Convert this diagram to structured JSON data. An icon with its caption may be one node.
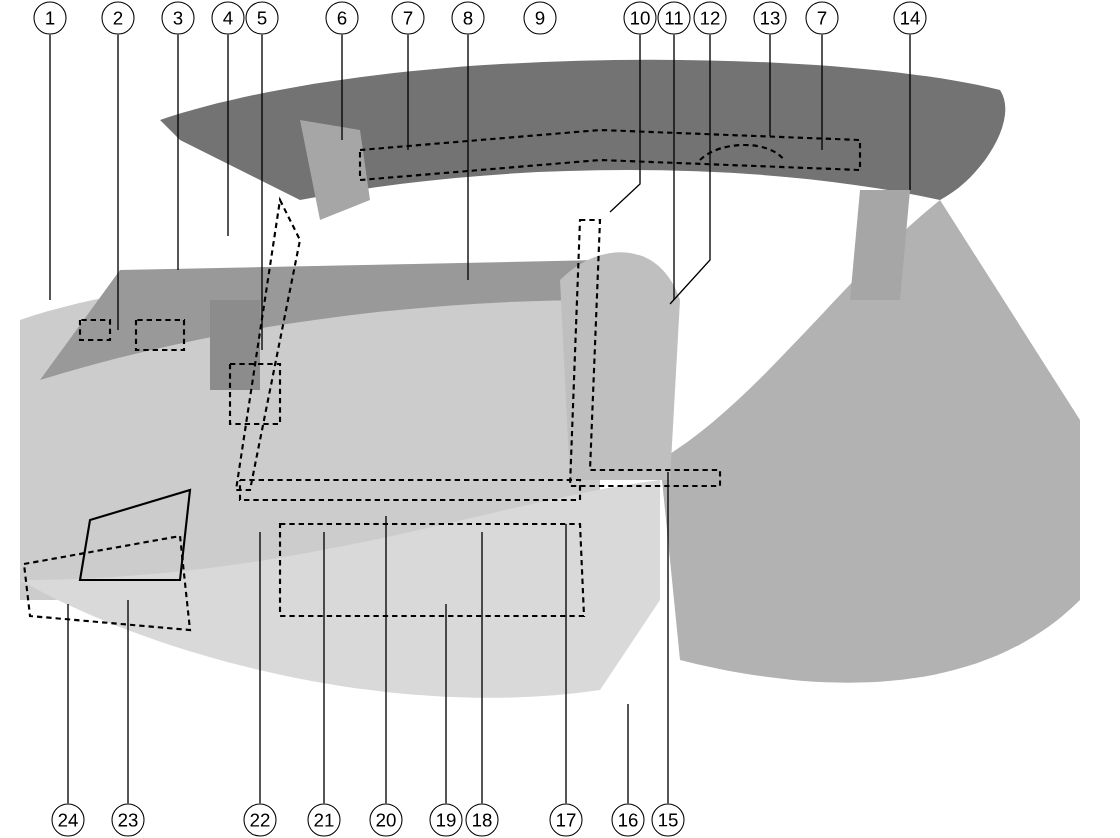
{
  "diagram": {
    "nodes": [
      {
        "text": [
          "1"
        ]
      },
      {
        "text": [
          "2"
        ]
      },
      {
        "text": [
          "3"
        ]
      },
      {
        "text": [
          "4"
        ]
      },
      {
        "text": [
          "5"
        ]
      },
      {
        "text": [
          "6"
        ]
      },
      {
        "text": [
          "7"
        ]
      },
      {
        "text": [
          "8"
        ]
      },
      {
        "text": [
          "9"
        ]
      },
      {
        "text": [
          "10"
        ]
      },
      {
        "text": [
          "11"
        ]
      },
      {
        "text": [
          "12"
        ]
      },
      {
        "text": [
          "13"
        ]
      },
      {
        "text": [
          "7"
        ]
      },
      {
        "text": [
          "14"
        ]
      },
      {
        "text": [
          "24"
        ]
      },
      {
        "text": [
          "23"
        ]
      },
      {
        "text": [
          "22"
        ]
      },
      {
        "text": [
          "21"
        ]
      },
      {
        "text": [
          "20"
        ]
      },
      {
        "text": [
          "19"
        ]
      },
      {
        "text": [
          "18"
        ]
      },
      {
        "text": [
          "17"
        ]
      },
      {
        "text": [
          "16"
        ]
      },
      {
        "text": [
          "15"
        ]
      }
    ],
    "edges": [
      {
        "from": 0,
        "to": null,
        "arrow": "none"
      },
      {
        "from": 1,
        "to": null,
        "arrow": "none"
      },
      {
        "from": 2,
        "to": null,
        "arrow": "none"
      },
      {
        "from": 3,
        "to": null,
        "arrow": "none"
      },
      {
        "from": 4,
        "to": null,
        "arrow": "none"
      },
      {
        "from": 5,
        "to": null,
        "arrow": "none"
      },
      {
        "from": 6,
        "to": null,
        "arrow": "none"
      },
      {
        "from": 7,
        "to": null,
        "arrow": "none"
      },
      {
        "from": 9,
        "to": null,
        "arrow": "none"
      },
      {
        "from": 10,
        "to": null,
        "arrow": "none"
      },
      {
        "from": 11,
        "to": null,
        "arrow": "none"
      },
      {
        "from": 12,
        "to": null,
        "arrow": "none"
      },
      {
        "from": 13,
        "to": null,
        "arrow": "none"
      },
      {
        "from": 14,
        "to": null,
        "arrow": "none"
      },
      {
        "from": 15,
        "to": null,
        "arrow": "none"
      },
      {
        "from": 16,
        "to": null,
        "arrow": "none"
      },
      {
        "from": 17,
        "to": null,
        "arrow": "none"
      },
      {
        "from": 18,
        "to": null,
        "arrow": "none"
      },
      {
        "from": 19,
        "to": null,
        "arrow": "none"
      },
      {
        "from": 20,
        "to": null,
        "arrow": "none"
      },
      {
        "from": 21,
        "to": null,
        "arrow": "none"
      },
      {
        "from": 22,
        "to": null,
        "arrow": "none"
      },
      {
        "from": 23,
        "to": null,
        "arrow": "none"
      },
      {
        "from": 24,
        "to": null,
        "arrow": "none"
      }
    ]
  }
}
